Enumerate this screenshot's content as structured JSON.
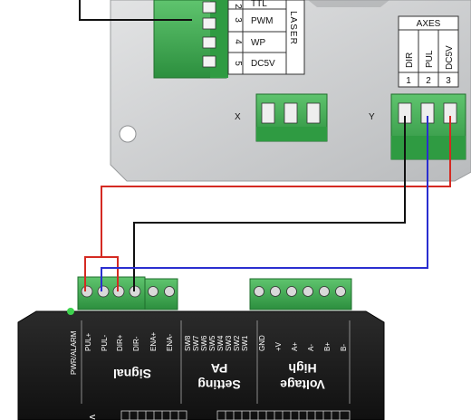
{
  "laser": {
    "title": "LASER",
    "pins": [
      {
        "num": "2",
        "label": "TTL"
      },
      {
        "num": "3",
        "label": "PWM"
      },
      {
        "num": "4",
        "label": "WP"
      },
      {
        "num": "5",
        "label": "DC5V"
      }
    ]
  },
  "axes": {
    "title": "AXES",
    "pins": [
      {
        "num": "1",
        "label": "DIR"
      },
      {
        "num": "2",
        "label": "PUL"
      },
      {
        "num": "3",
        "label": "DC5V"
      }
    ],
    "x_label": "X",
    "y_label": "Y"
  },
  "driver": {
    "pwr_label": "PWR/ALARM",
    "signal_pins": [
      "PUL+",
      "PUL-",
      "DIR+",
      "DIR-"
    ],
    "ena_pins": [
      "ENA+",
      "ENA-"
    ],
    "signal_section": "Signal",
    "switches": [
      "SW8",
      "SW7",
      "SW6",
      "SW5",
      "SW4",
      "SW3",
      "SW2",
      "SW1"
    ],
    "setting_section_1": "PA",
    "setting_section_2": "Setting",
    "power_pins": [
      "GND",
      "+V",
      "A+",
      "A-",
      "B+",
      "B-"
    ],
    "voltage_section_1": "High",
    "voltage_section_2": "Voltage",
    "edge_text": "ve"
  },
  "colors": {
    "wire_red": "#d42a22",
    "wire_blue": "#2a2ed0",
    "wire_black": "#111111",
    "terminal_green": "#3aaa4e",
    "panel_gray": "#c9cbcd",
    "driver_black": "#1c1c1c"
  }
}
